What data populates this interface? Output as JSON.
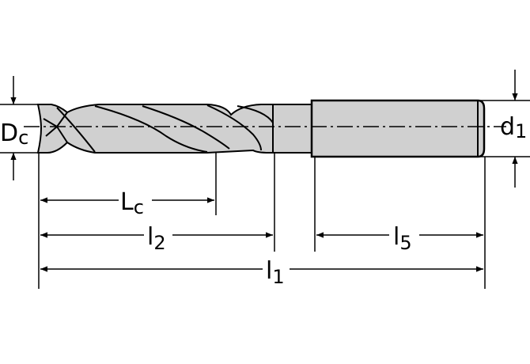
{
  "labels": {
    "dc_main": "D",
    "dc_sub": "c",
    "d1_main": "d",
    "d1_sub": "1",
    "lc_main": "L",
    "lc_sub": "c",
    "l2_main": "l",
    "l2_sub": "2",
    "l5_main": "l",
    "l5_sub": "5",
    "l1_main": "l",
    "l1_sub": "1"
  },
  "colors": {
    "body_fill": "#d0d0d0",
    "line": "#000000",
    "background": "#ffffff"
  }
}
